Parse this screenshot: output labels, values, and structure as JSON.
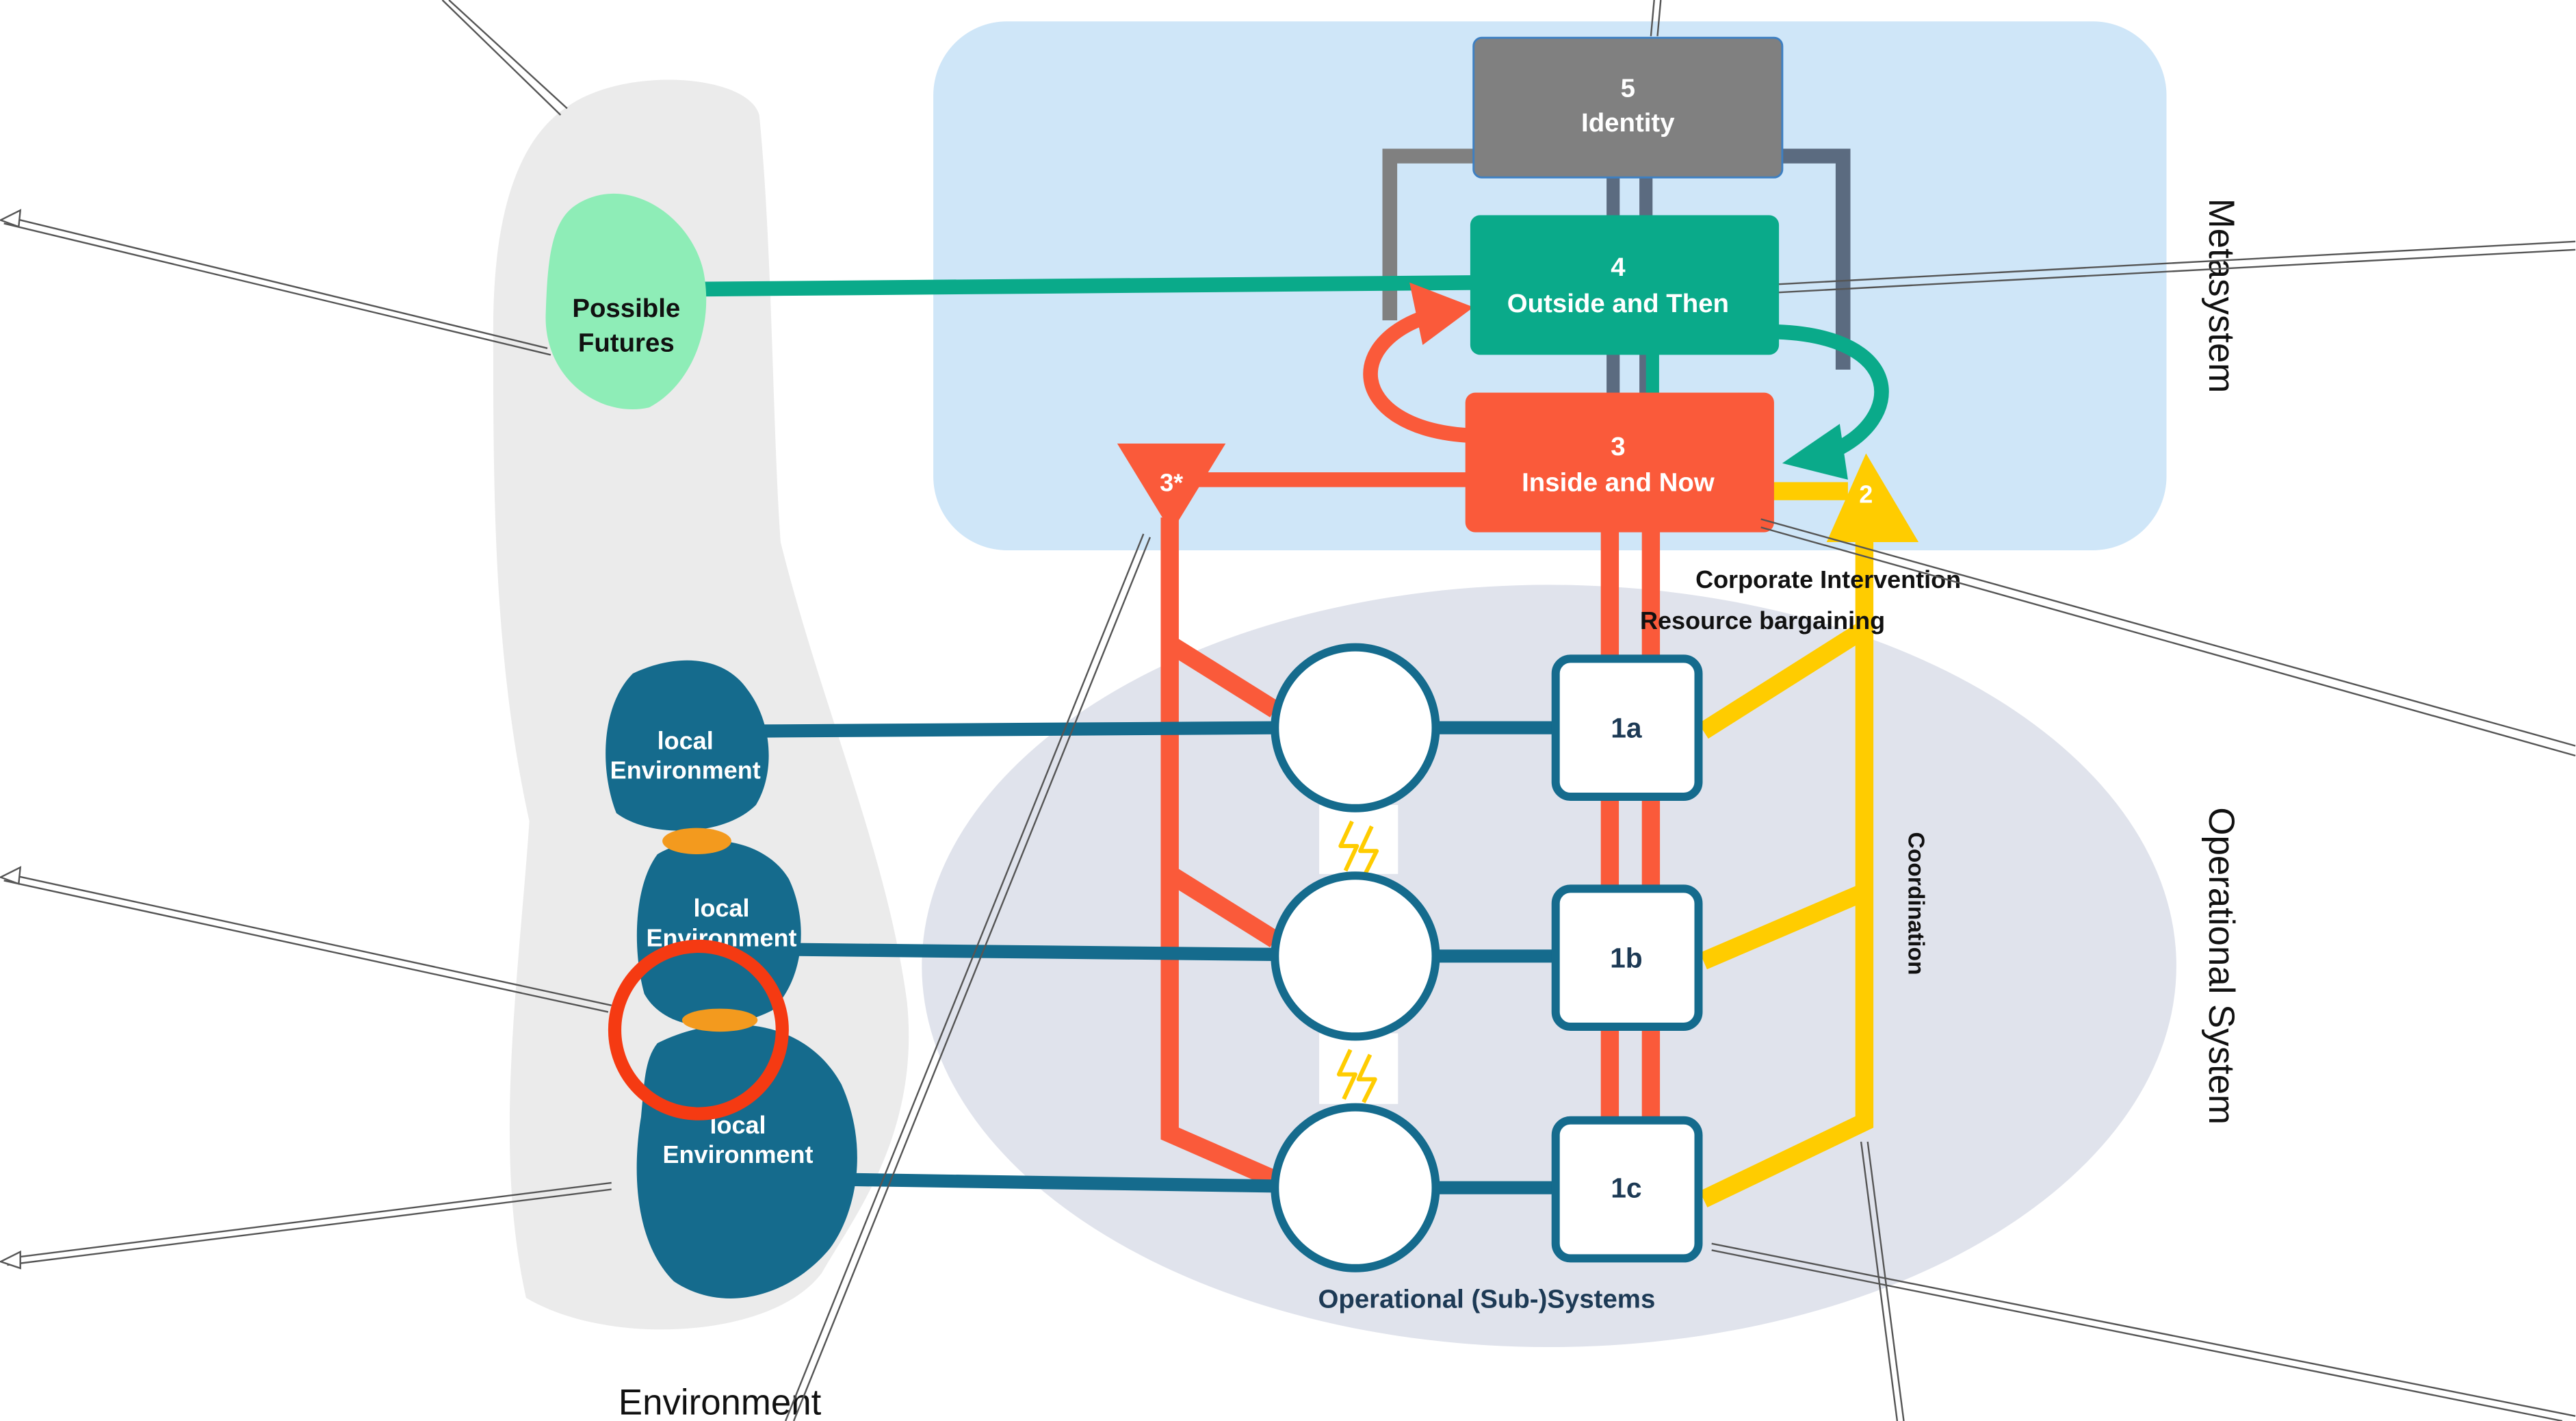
{
  "colors": {
    "metasystem_bg": "#cfe6f8",
    "operational_bg": "#e0e3ec",
    "environment_bg": "#ebebeb",
    "identity": "#808080",
    "outside_then": "#0aaa8a",
    "inside_now": "#fa5a3a",
    "coordination": "#ffcc00",
    "local_env": "#156b8d",
    "futures": "#8eedb7",
    "highlight_ring": "#f53a12",
    "link_orange": "#f39a1e"
  },
  "regions": {
    "metasystem_label": "Metasystem",
    "operational_label": "Operational System",
    "environment_label": "Environment"
  },
  "systems": {
    "s5": {
      "number": "5",
      "name": "Identity"
    },
    "s4": {
      "number": "4",
      "name": "Outside and Then"
    },
    "s3": {
      "number": "3",
      "name": "Inside and Now"
    },
    "s3_star": "3*",
    "s2": "2",
    "units": [
      "1a",
      "1b",
      "1c"
    ],
    "operational_label": "Operational (Sub-)Systems"
  },
  "channels": {
    "corporate_intervention": "Corporate Intervention",
    "resource_bargaining": "Resource bargaining",
    "coordination": "Coordination"
  },
  "environment": {
    "possible_futures_line1": "Possible",
    "possible_futures_line2": "Futures",
    "local_envs": [
      {
        "line1": "local",
        "line2": "Environment"
      },
      {
        "line1": "local",
        "line2": "Environment"
      },
      {
        "line1": "local",
        "line2": "Environment"
      }
    ]
  },
  "icons": [
    "lightning-icon",
    "lightning-icon"
  ]
}
